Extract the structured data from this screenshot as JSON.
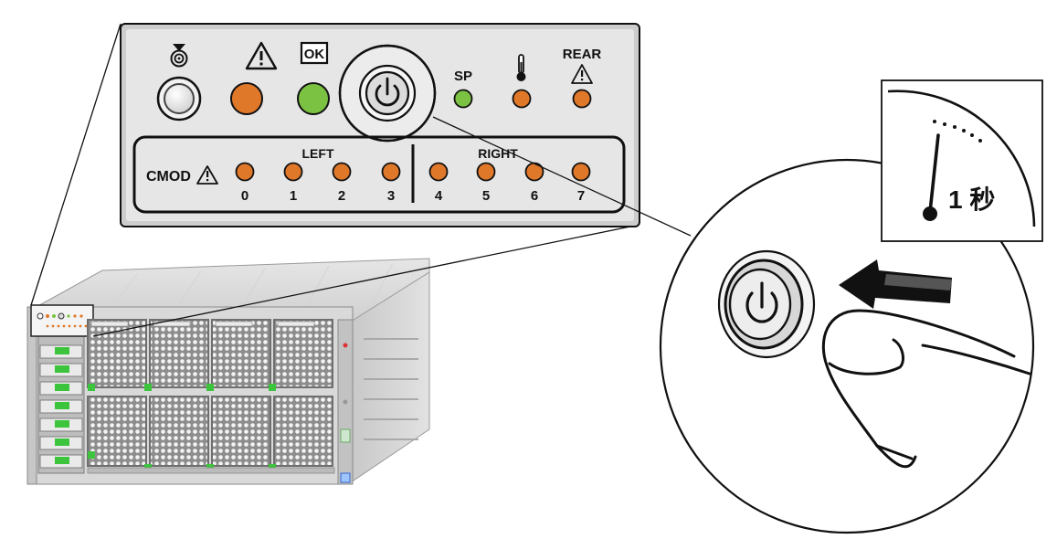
{
  "panel": {
    "labels": {
      "ok": "OK",
      "sp": "SP",
      "rear": "REAR",
      "left": "LEFT",
      "right": "RIGHT",
      "cmod": "CMOD"
    },
    "cmod_numbers": [
      "0",
      "1",
      "2",
      "3",
      "4",
      "5",
      "6",
      "7"
    ],
    "icons": [
      "locate-icon",
      "warning-icon",
      "ok-icon",
      "power-icon",
      "thermometer-icon",
      "rear-warning-icon",
      "cmod-warning-icon"
    ],
    "colors": {
      "amber": "#e0782a",
      "green": "#7cc242",
      "white_led": "#f2f2f2",
      "panel_bg": "#e4e4e4",
      "outline": "#111111",
      "green_latch": "#3cc43c"
    }
  },
  "callout": {
    "duration_text": "1 秒"
  }
}
